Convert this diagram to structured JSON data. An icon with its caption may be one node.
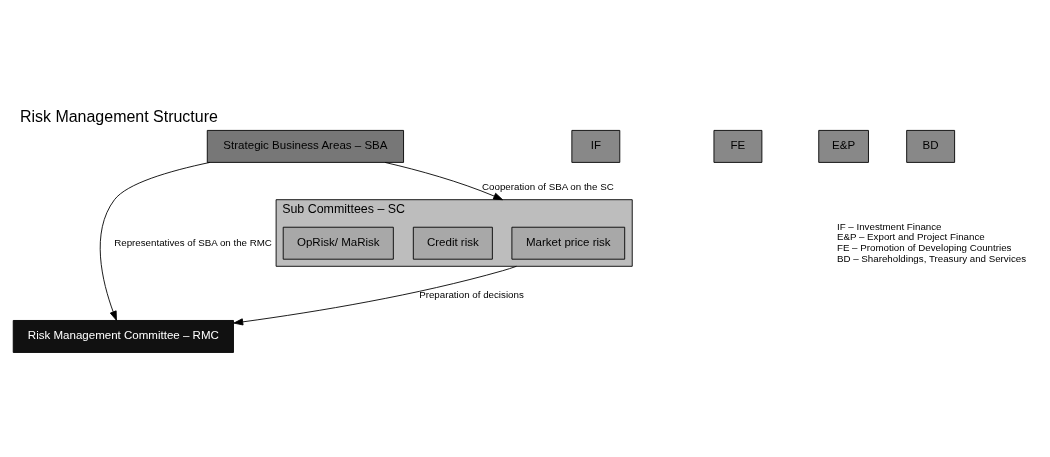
{
  "diagram": {
    "title": "Risk Management Structure",
    "nodes": [
      {
        "text": [
          "Risk Management Committee – RMC"
        ]
      },
      {
        "text": [
          "Sub Committees – SC"
        ]
      },
      {
        "text": [
          "Market price risk"
        ],
        "in": 1
      },
      {
        "text": [
          "Credit risk"
        ],
        "in": 1
      },
      {
        "text": [
          "OpRisk/ MaRisk"
        ],
        "in": 1
      },
      {
        "text": [
          "Strategic Business Areas – SBA"
        ]
      },
      {
        "text": [
          "IF"
        ]
      },
      {
        "text": [
          "FE"
        ]
      },
      {
        "text": [
          "E&P"
        ]
      },
      {
        "text": [
          "BD"
        ]
      }
    ],
    "edges": [
      {
        "from": 1,
        "to": 0,
        "arrow": "to",
        "label": "Preparation of decisions"
      },
      {
        "from": 5,
        "to": 0,
        "arrow": "to",
        "label": "Representatives of SBA on the RMC"
      },
      {
        "from": 5,
        "to": 1,
        "arrow": "to",
        "label": "Cooperation of SBA on the SC"
      }
    ],
    "labels": [
      "IF – Investment Finance",
      "E&P – Export and Project Finance",
      "FE – Promotion of Developing Countries",
      "BD – Shareholdings, Treasury and Services"
    ]
  }
}
